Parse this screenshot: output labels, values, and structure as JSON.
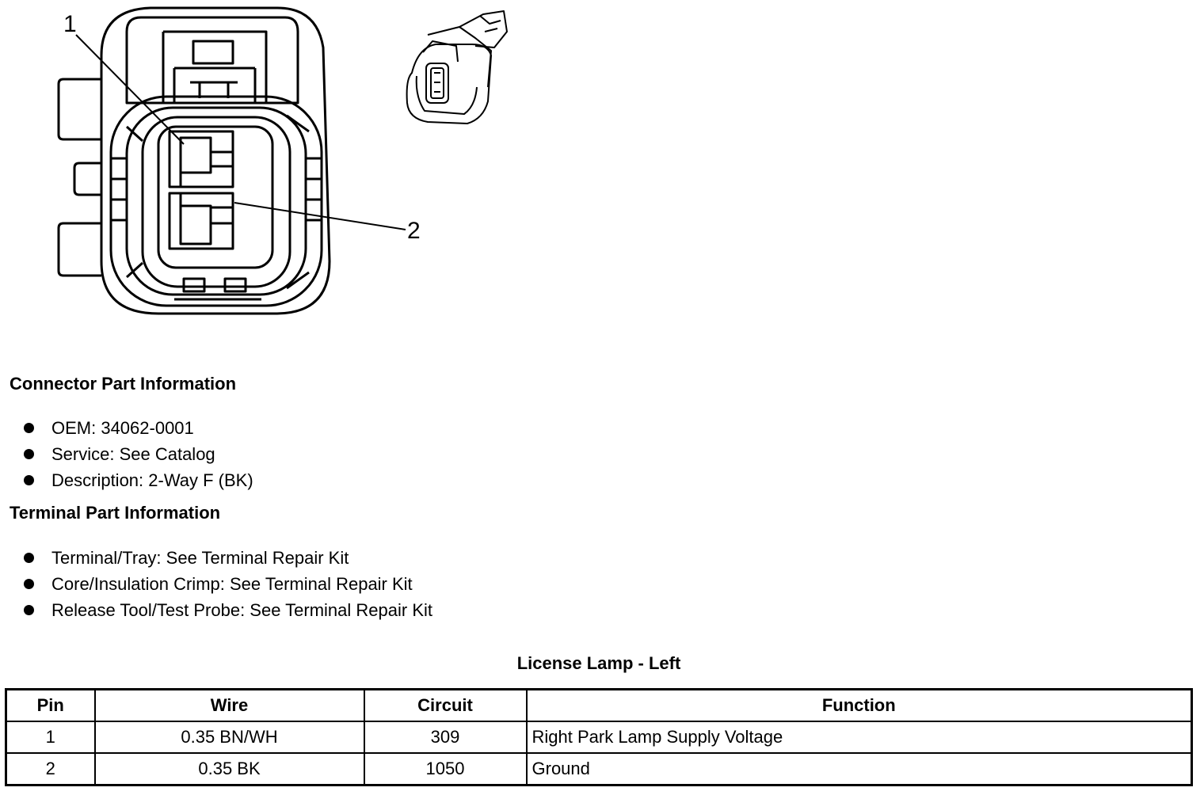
{
  "diagram": {
    "callout_1": "1",
    "callout_2": "2"
  },
  "connector_info": {
    "heading": "Connector Part Information",
    "items": [
      "OEM: 34062-0001",
      "Service: See Catalog",
      "Description: 2-Way F (BK)"
    ]
  },
  "terminal_info": {
    "heading": "Terminal Part Information",
    "items": [
      "Terminal/Tray: See Terminal Repair Kit",
      "Core/Insulation Crimp: See Terminal Repair Kit",
      "Release Tool/Test Probe: See Terminal Repair Kit"
    ]
  },
  "pin_table": {
    "title": "License Lamp - Left",
    "headers": [
      "Pin",
      "Wire",
      "Circuit",
      "Function"
    ],
    "rows": [
      [
        "1",
        "0.35 BN/WH",
        "309",
        "Right Park Lamp Supply Voltage"
      ],
      [
        "2",
        "0.35 BK",
        "1050",
        "Ground"
      ]
    ]
  }
}
